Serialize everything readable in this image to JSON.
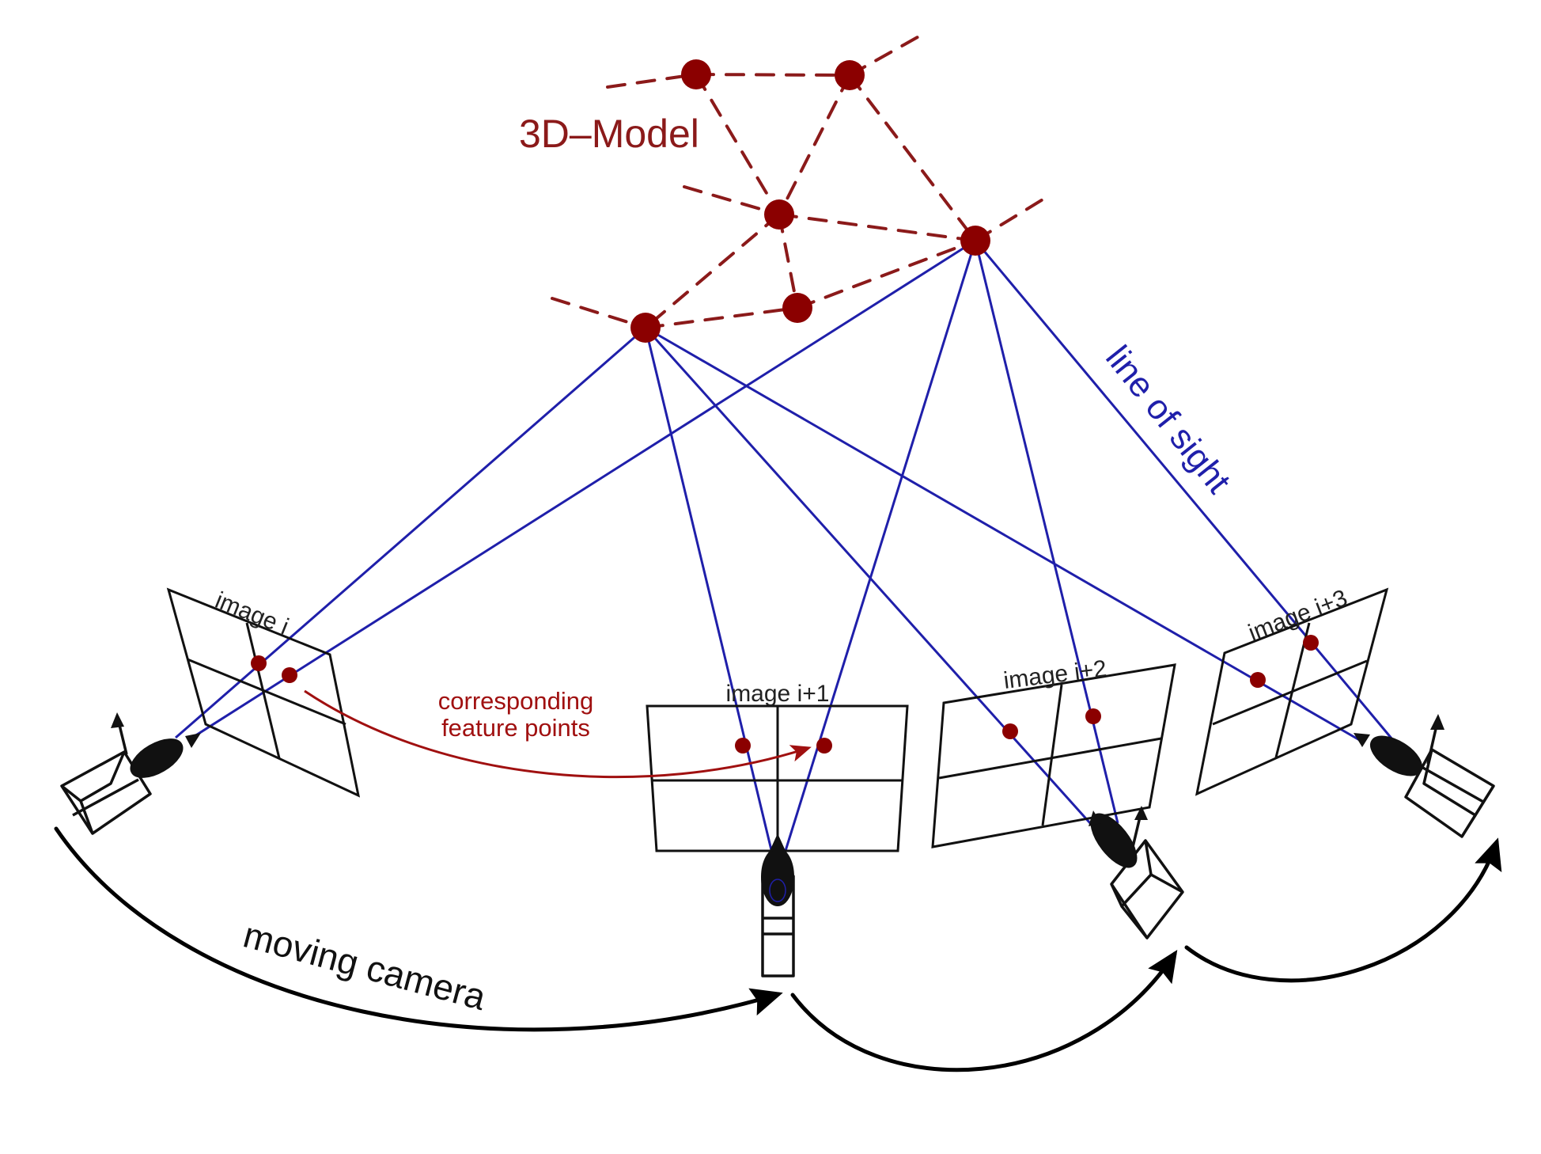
{
  "title": "Structure from motion: moving camera reconstructing a 3D model",
  "labels": {
    "model": "3D–Model",
    "line_of_sight": "line of sight",
    "corresponding_line1": "corresponding",
    "corresponding_line2": "feature points",
    "moving_camera": "moving camera"
  },
  "images": [
    {
      "label": "image i"
    },
    {
      "label": "image i+1"
    },
    {
      "label": "image i+2"
    },
    {
      "label": "image i+3"
    }
  ],
  "colors": {
    "model_points": "#8b0000",
    "line_of_sight": "#1f1faa",
    "frames": "#111111",
    "motion_arrows": "#000000"
  },
  "model": {
    "point_count": 6,
    "observed_points": 2,
    "camera_views": 4
  }
}
